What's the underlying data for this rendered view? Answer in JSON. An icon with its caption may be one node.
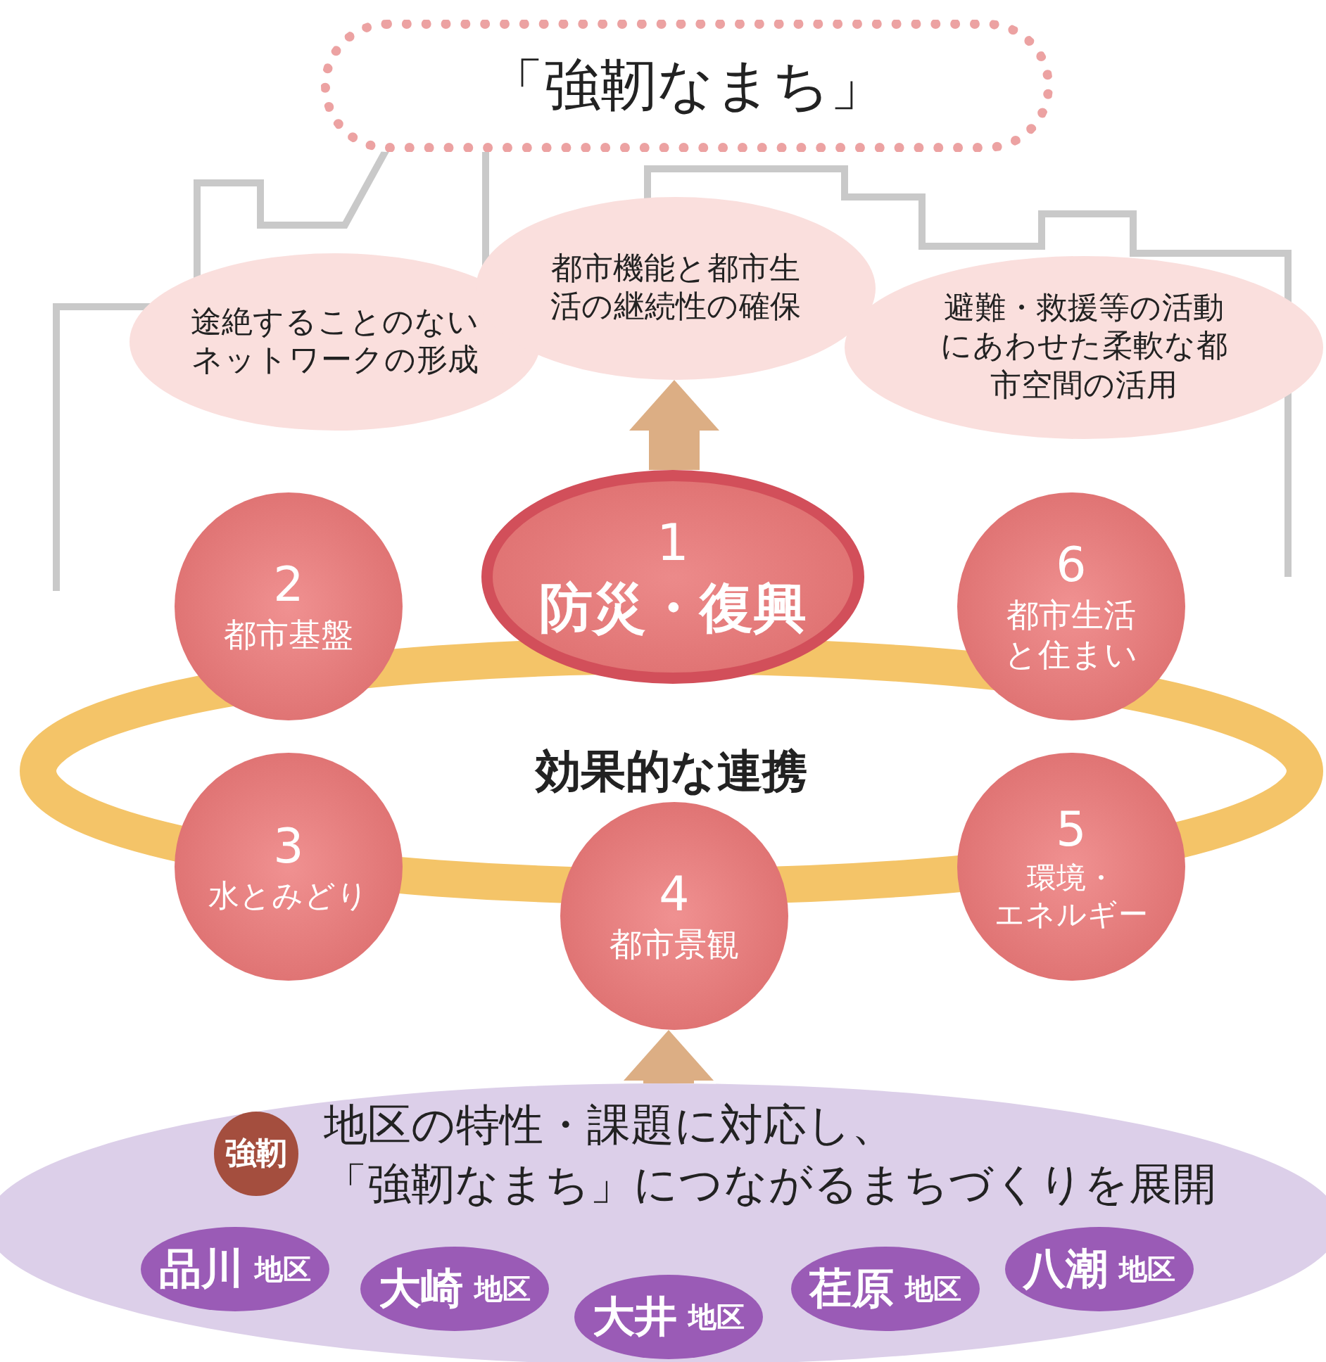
{
  "diagram": {
    "nodes": [
      {
        "text": [
          "「強靭なまち」"
        ]
      },
      {
        "text": [
          "途絶することのないネットワークの形成"
        ]
      },
      {
        "text": [
          "都市機能と都市生活の継続性の確保"
        ]
      },
      {
        "text": [
          "避難・救援等の活動にあわせた柔軟な都市空間の活用"
        ]
      },
      {
        "text": [
          "1",
          "防災・復興"
        ]
      },
      {
        "text": [
          "2",
          "都市基盤"
        ]
      },
      {
        "text": [
          "3",
          "水とみどり"
        ]
      },
      {
        "text": [
          "4",
          "都市景観"
        ]
      },
      {
        "text": [
          "5",
          "環境・エネルギー"
        ]
      },
      {
        "text": [
          "6",
          "都市生活と住まい"
        ]
      },
      {
        "text": [
          "効果的な連携"
        ]
      },
      {
        "text": [
          "強靭",
          "地区の特性・課題に対応し、「強靭なまち」につながるまちづくりを展開"
        ]
      },
      {
        "text": [
          "品川",
          "地区"
        ],
        "in": 11
      },
      {
        "text": [
          "大崎",
          "地区"
        ],
        "in": 11
      },
      {
        "text": [
          "大井",
          "地区"
        ],
        "in": 11
      },
      {
        "text": [
          "荏原",
          "地区"
        ],
        "in": 11
      },
      {
        "text": [
          "八潮",
          "地区"
        ],
        "in": 11
      }
    ],
    "edges": [
      {
        "from": 4,
        "to": 2,
        "arrow": "to"
      },
      {
        "from": 11,
        "to": 7,
        "arrow": "to"
      }
    ]
  }
}
